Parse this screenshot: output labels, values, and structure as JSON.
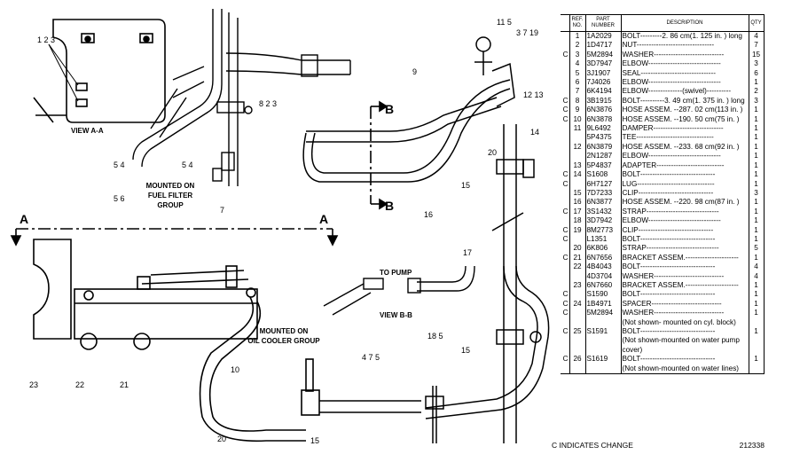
{
  "diagram": {
    "view_aa_label": "VIEW A-A",
    "view_bb_label": "VIEW B-B",
    "mounted_fuel_filter": [
      "MOUNTED ON",
      "FUEL FILTER",
      "GROUP"
    ],
    "mounted_oil_cooler": [
      "MOUNTED ON",
      "OIL COOLER GROUP"
    ],
    "to_pump": "TO PUMP",
    "section_a": "A",
    "section_b": "B",
    "callouts": {
      "c123": "1 2 3",
      "c11_5": "11 5",
      "c3_7_19": "3 7 19",
      "c9": "9",
      "c12_13": "12 13",
      "c14": "14",
      "c20a": "20",
      "c15a": "15",
      "c16": "16",
      "c8_2_3": "8 2 3",
      "c5_4a": "5 4",
      "c5_6": "5 6",
      "c5_4b": "5 4",
      "c7": "7",
      "c17": "17",
      "c15b": "15",
      "c18_5": "18 5",
      "c4_7_5": "4 7 5",
      "c23": "23",
      "c22": "22",
      "c21": "21",
      "c20b": "20",
      "c15c": "15",
      "c10": "10"
    }
  },
  "parts_table": {
    "headers": {
      "ref": "REF. NO.",
      "part": "PART NUMBER",
      "desc": "DESCRIPTION",
      "qty": "QTY"
    },
    "rows": [
      {
        "c": "",
        "ref": "1",
        "part": "1A2029",
        "desc": "BOLT---------2. 86 cm(1. 125 in. ) long",
        "qty": "4"
      },
      {
        "c": "",
        "ref": "2",
        "part": "1D4717",
        "desc": "NUT--------------------------------",
        "qty": "7"
      },
      {
        "c": "C",
        "ref": "3",
        "part": "5M2894",
        "desc": "WASHER-----------------------------",
        "qty": "15"
      },
      {
        "c": "",
        "ref": "4",
        "part": "3D7947",
        "desc": "ELBOW------------------------------",
        "qty": "3"
      },
      {
        "c": "",
        "ref": "5",
        "part": "3J1907",
        "desc": "SEAL-------------------------------",
        "qty": "6"
      },
      {
        "c": "",
        "ref": "6",
        "part": "7J4026",
        "desc": "ELBOW------------------------------",
        "qty": "1"
      },
      {
        "c": "",
        "ref": "7",
        "part": "6K4194",
        "desc": "ELBOW--------------(swivel)----------",
        "qty": "2"
      },
      {
        "c": "C",
        "ref": "8",
        "part": "3B1915",
        "desc": "BOLT----------3. 49 cm(1. 375 in. ) long",
        "qty": "3"
      },
      {
        "c": "C",
        "ref": "9",
        "part": "6N3876",
        "desc": "HOSE ASSEM. --287. 02 cm(113 in. )",
        "qty": "1"
      },
      {
        "c": "C",
        "ref": "10",
        "part": "6N3878",
        "desc": "HOSE ASSEM. --190. 50 cm(75 in. )",
        "qty": "1"
      },
      {
        "c": "",
        "ref": "11",
        "part": "9L6492",
        "desc": "DAMPER-----------------------------",
        "qty": "1"
      },
      {
        "c": "",
        "ref": "",
        "part": "5P4375",
        "desc": "TEE--------------------------------",
        "qty": "1"
      },
      {
        "c": "",
        "ref": "12",
        "part": "6N3879",
        "desc": "HOSE ASSEM. --233. 68 cm(92 in. )",
        "qty": "1"
      },
      {
        "c": "",
        "ref": "",
        "part": "2N1287",
        "desc": "ELBOW------------------------------",
        "qty": "1"
      },
      {
        "c": "",
        "ref": "13",
        "part": "5P4837",
        "desc": "ADAPTER----------------------------",
        "qty": "1"
      },
      {
        "c": "C",
        "ref": "14",
        "part": "S1608",
        "desc": "BOLT-------------------------------",
        "qty": "1"
      },
      {
        "c": "C",
        "ref": "",
        "part": "6H7127",
        "desc": "LUG--------------------------------",
        "qty": "1"
      },
      {
        "c": "",
        "ref": "15",
        "part": "7D7233",
        "desc": "CLIP-------------------------------",
        "qty": "3"
      },
      {
        "c": "",
        "ref": "16",
        "part": "6N3877",
        "desc": "HOSE ASSEM. --220. 98 cm(87 in. )",
        "qty": "1"
      },
      {
        "c": "C",
        "ref": "17",
        "part": "3S1432",
        "desc": "STRAP------------------------------",
        "qty": "1"
      },
      {
        "c": "",
        "ref": "18",
        "part": "3D7942",
        "desc": "ELBOW------------------------------",
        "qty": "1"
      },
      {
        "c": "C",
        "ref": "19",
        "part": "8M2773",
        "desc": "CLIP-------------------------------",
        "qty": "1"
      },
      {
        "c": "C",
        "ref": "",
        "part": "L1351",
        "desc": "BOLT-------------------------------",
        "qty": "1"
      },
      {
        "c": "",
        "ref": "20",
        "part": "6K806",
        "desc": "STRAP------------------------------",
        "qty": "5"
      },
      {
        "c": "C",
        "ref": "21",
        "part": "6N7656",
        "desc": "BRACKET ASSEM.----------------------",
        "qty": "1"
      },
      {
        "c": "",
        "ref": "22",
        "part": "4B4043",
        "desc": "BOLT-------------------------------",
        "qty": "4"
      },
      {
        "c": "",
        "ref": "",
        "part": "4D3704",
        "desc": "WASHER-----------------------------",
        "qty": "4"
      },
      {
        "c": "",
        "ref": "23",
        "part": "6N7660",
        "desc": "BRACKET ASSEM.----------------------",
        "qty": "1"
      },
      {
        "c": "C",
        "ref": "",
        "part": "S1590",
        "desc": "BOLT-------------------------------",
        "qty": "1"
      },
      {
        "c": "C",
        "ref": "24",
        "part": "1B4971",
        "desc": "SPACER-----------------------------",
        "qty": "1"
      },
      {
        "c": "C",
        "ref": "",
        "part": "5M2894",
        "desc": "WASHER-----------------------------",
        "qty": "1"
      },
      {
        "c": "",
        "ref": "",
        "part": "",
        "desc": "(Not shown- mounted on cyl. block)",
        "qty": ""
      },
      {
        "c": "C",
        "ref": "25",
        "part": "S1591",
        "desc": "BOLT-------------------------------",
        "qty": "1"
      },
      {
        "c": "",
        "ref": "",
        "part": "",
        "desc": "(Not shown-mounted on water pump",
        "qty": ""
      },
      {
        "c": "",
        "ref": "",
        "part": "",
        "desc": "cover)",
        "qty": ""
      },
      {
        "c": "C",
        "ref": "26",
        "part": "S1619",
        "desc": "BOLT-------------------------------",
        "qty": "1"
      },
      {
        "c": "",
        "ref": "",
        "part": "",
        "desc": "(Not shown-mounted on water lines)",
        "qty": ""
      }
    ]
  },
  "footer": {
    "note": "C INDICATES CHANGE",
    "figure_number": "212338"
  }
}
